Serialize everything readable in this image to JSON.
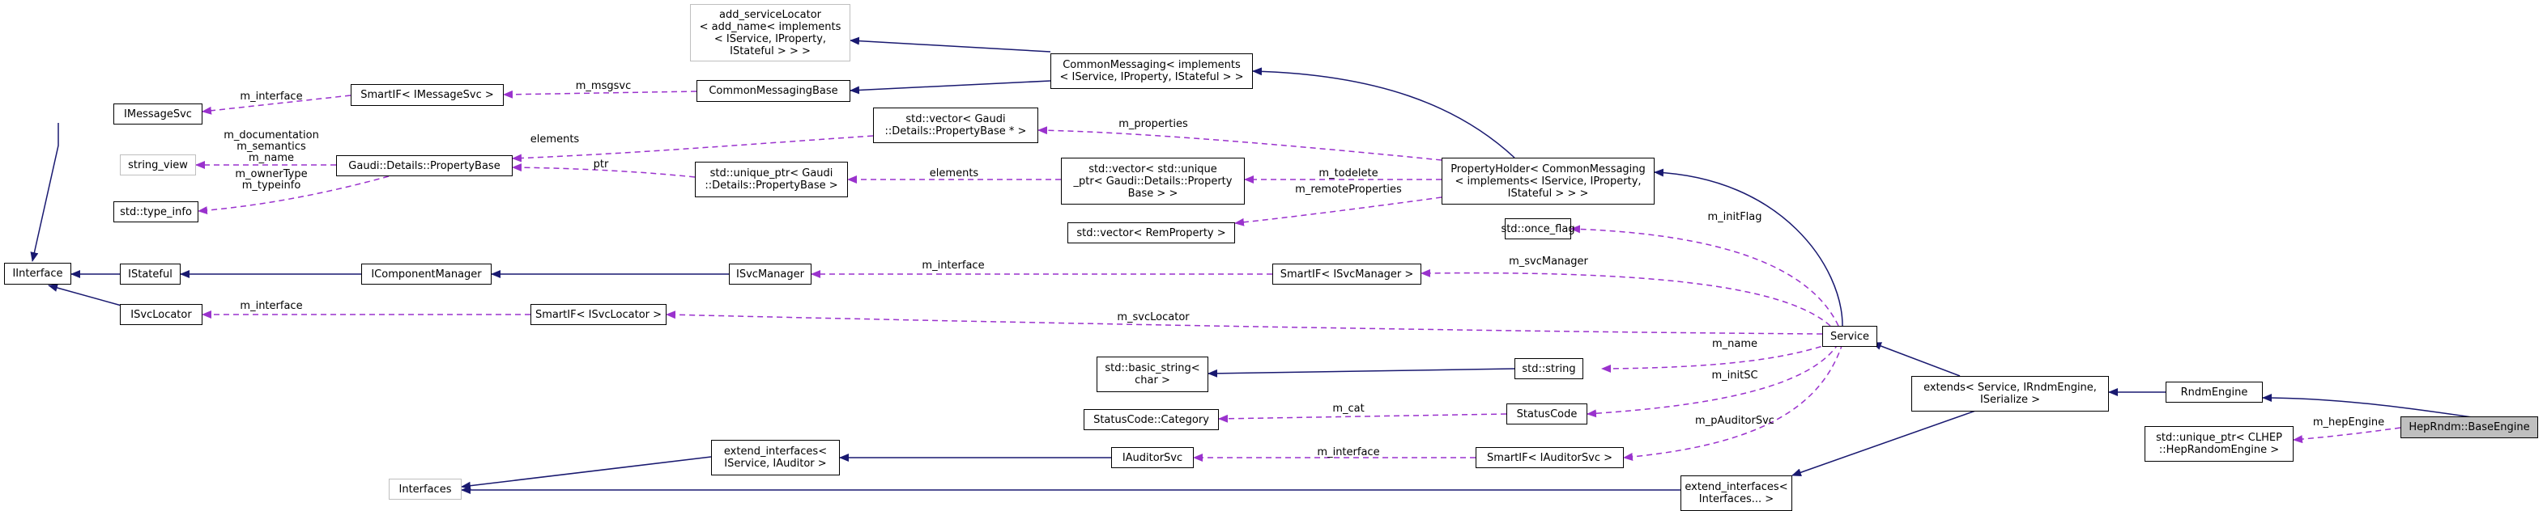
{
  "nodes": {
    "iinterface": "IInterface",
    "imessagesvc": "IMessageSvc",
    "string_view": "string_view",
    "type_info": "std::type_info",
    "istateful": "IStateful",
    "isvclocator": "ISvcLocator",
    "smartif_imessagesvc": "SmartIF< IMessageSvc >",
    "propertybase": "Gaudi::Details::PropertyBase",
    "icomponentmanager": "IComponentManager",
    "smartif_isvclocator": "SmartIF< ISvcLocator >",
    "add_servicelocator": "add_serviceLocator\n< add_name< implements\n< IService, IProperty,\nIStateful > > >",
    "commonmessagingbase": "CommonMessagingBase",
    "unique_ptr_propertybase": "std::unique_ptr< Gaudi\n::Details::PropertyBase >",
    "vector_propertybase_ptr": "std::vector< Gaudi\n::Details::PropertyBase * >",
    "isvcmanager": "ISvcManager",
    "interfaces": "Interfaces",
    "extend_interfaces_iauditor": "extend_interfaces<\nIService, IAuditor >",
    "commonmessaging": "CommonMessaging< implements\n< IService, IProperty, IStateful > >",
    "vector_unique_ptr": "std::vector< std::unique\n_ptr< Gaudi::Details::Property\nBase > >",
    "vector_remproperty": "std::vector< RemProperty >",
    "basic_string": "std::basic_string<\nchar >",
    "statuscode_category": "StatusCode::Category",
    "iauditorsvc": "IAuditorSvc",
    "propertyholder": "PropertyHolder< CommonMessaging\n< implements< IService, IProperty,\nIStateful > > >",
    "smartif_isvcmanager": "SmartIF< ISvcManager >",
    "once_flag": "std::once_flag",
    "std_string": "std::string",
    "statuscode": "StatusCode",
    "smartif_iauditorsvc": "SmartIF< IAuditorSvc >",
    "service": "Service",
    "extend_interfaces_pack": "extend_interfaces<\nInterfaces... >",
    "extends": "extends< Service, IRndmEngine,\nISerialize >",
    "unique_ptr_hep": "std::unique_ptr< CLHEP\n::HepRandomEngine >",
    "rndmengine": "RndmEngine",
    "baseengine": "HepRndm::BaseEngine"
  },
  "edge_labels": {
    "m_interface_msg": "m_interface",
    "m_msgsvc": "m_msgsvc",
    "propertybase_members": "m_documentation\nm_semantics\nm_name",
    "owner_members": "m_ownerType\nm_typeinfo",
    "elements_vec": "elements",
    "ptr": "ptr",
    "elements_uptr": "elements",
    "m_properties": "m_properties",
    "m_todelete": "m_todelete",
    "m_remoteproperties": "m_remoteProperties",
    "m_interface_svcmgr": "m_interface",
    "m_interface_svcloc": "m_interface",
    "m_svclocator": "m_svcLocator",
    "m_initflag": "m_initFlag",
    "m_svcmanager": "m_svcManager",
    "m_name": "m_name",
    "m_initsc": "m_initSC",
    "m_cat": "m_cat",
    "m_pauditorsvc": "m_pAuditorSvc",
    "m_interface_aud": "m_interface",
    "m_hepengine": "m_hepEngine"
  },
  "colors": {
    "inheritance": "#191970",
    "usage": "#9a32cd",
    "external_border": "#bfbfbf",
    "highlight_fill": "#bfbfbf"
  }
}
